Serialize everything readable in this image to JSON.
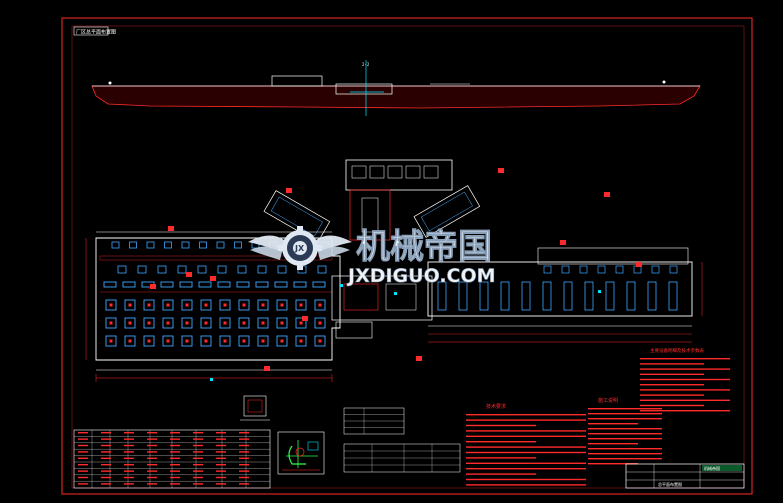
{
  "drawing": {
    "frame_label": "厂区总平面布置图",
    "axis_mark": "2-2",
    "colors": {
      "background": "#000000",
      "frame": "#ff2a2a",
      "foundation": "#3fa8ff",
      "cyan": "#00e5ff",
      "green": "#2dff4a",
      "white": "#ffffff",
      "yellow": "#ffe14a"
    }
  },
  "watermark": {
    "cn_text": "机械帝国",
    "en_text": "JXDIGUO.COM",
    "emblem": "gear-wings-emblem"
  },
  "notes": {
    "left_title": "技术要求",
    "right_title": "施工说明",
    "right_box_title": "主要设备明细及技术参数表"
  },
  "title_block": {
    "company": "机械帝国",
    "drawing_name": "总平面布置图"
  }
}
